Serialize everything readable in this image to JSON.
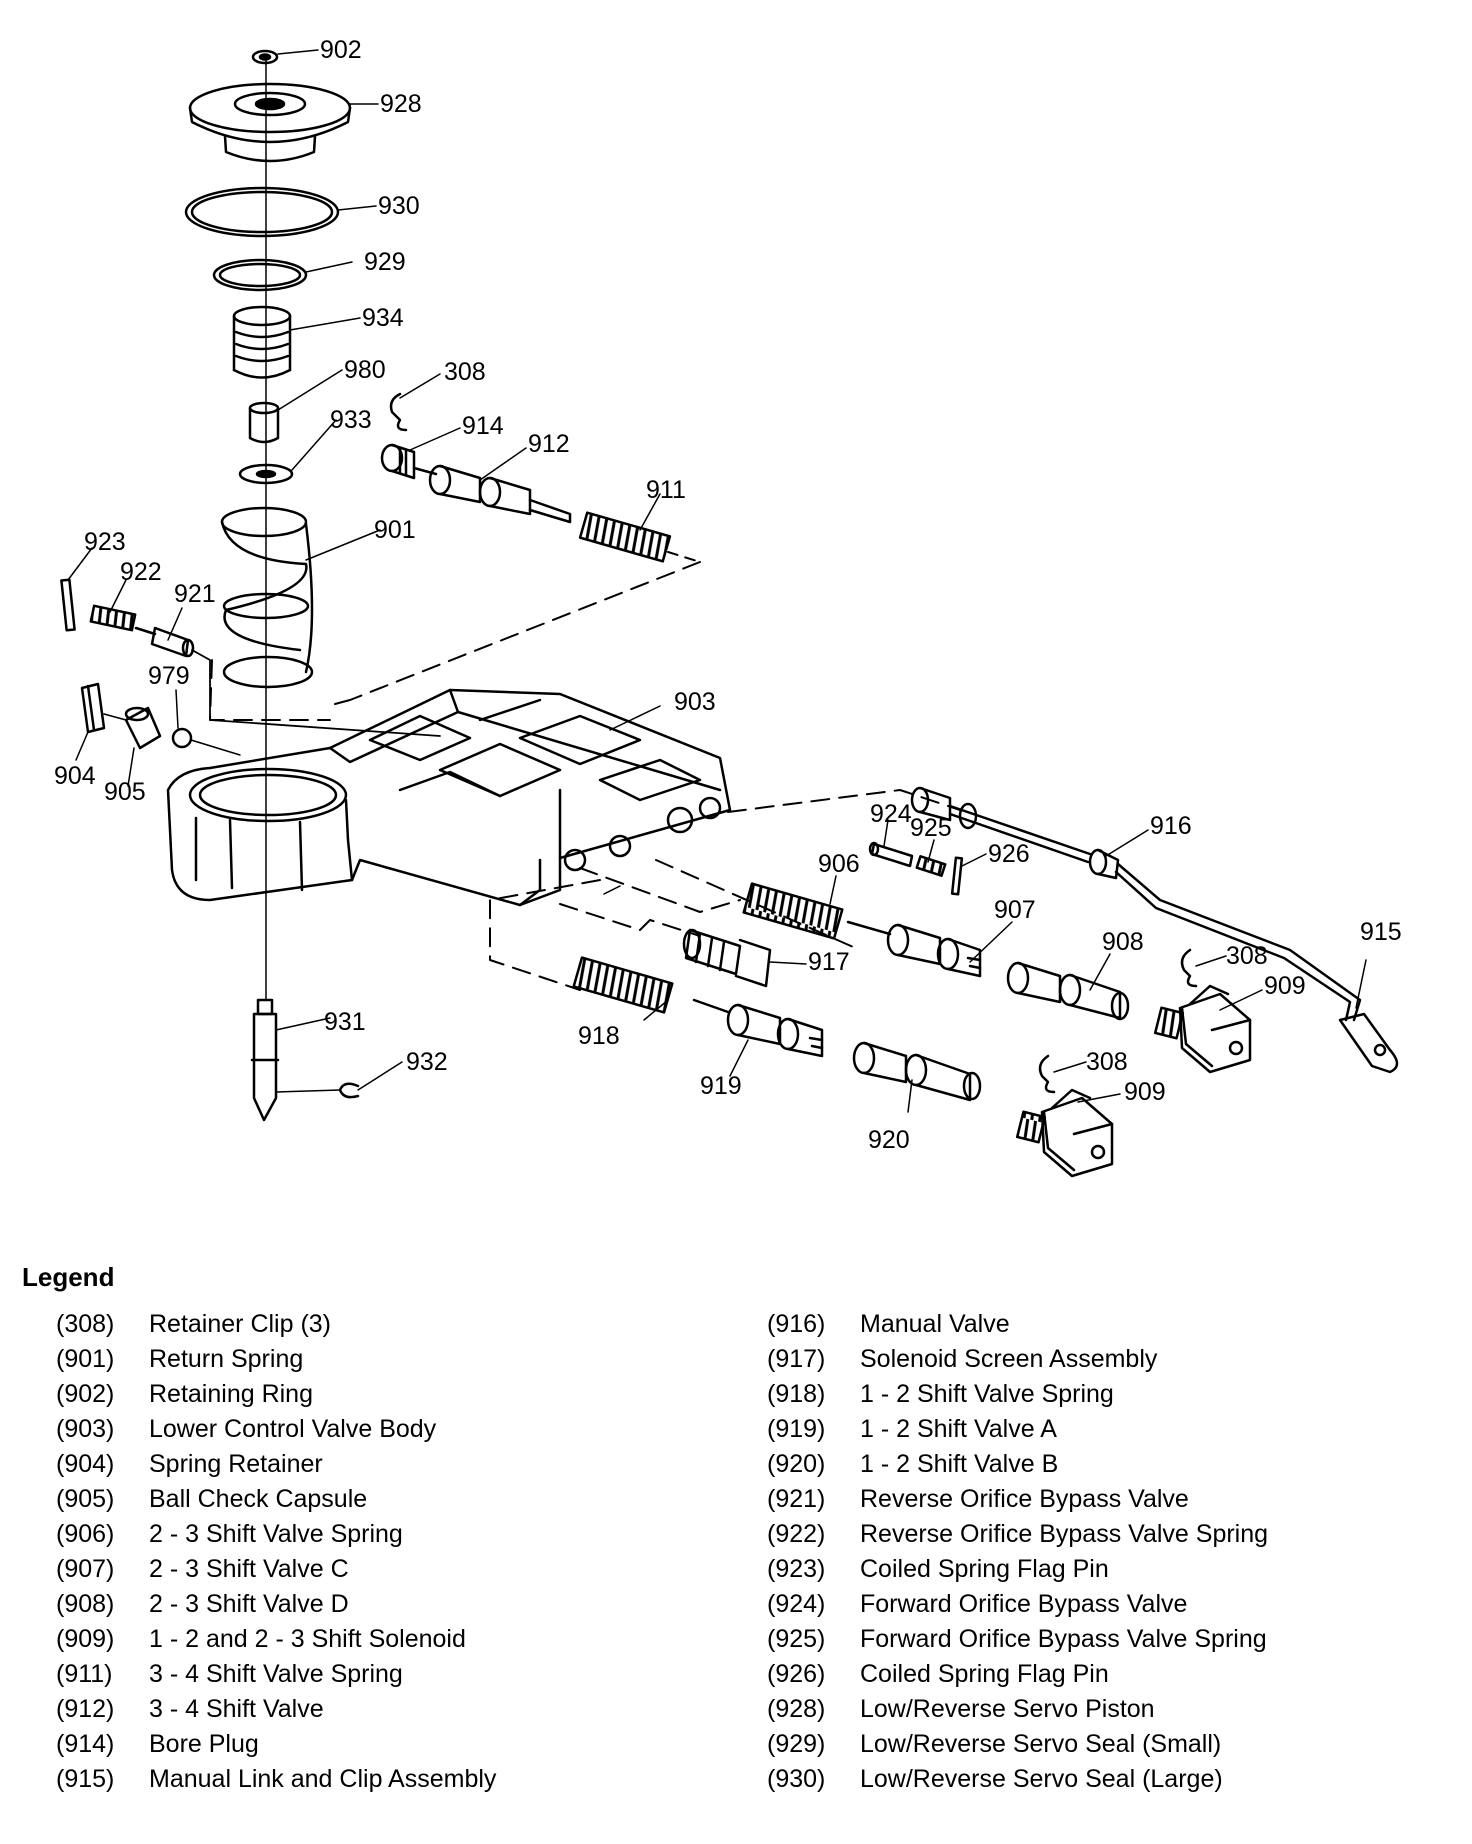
{
  "diagram": {
    "callouts": [
      "902",
      "928",
      "930",
      "929",
      "934",
      "980",
      "933",
      "901",
      "923",
      "922",
      "921",
      "979",
      "904",
      "905",
      "931",
      "932",
      "308",
      "914",
      "912",
      "911",
      "903",
      "924",
      "925",
      "926",
      "906",
      "916",
      "907",
      "917",
      "908",
      "918",
      "919",
      "920",
      "909",
      "915"
    ]
  },
  "legend": {
    "title": "Legend",
    "left": [
      {
        "num": "(308)",
        "desc": "Retainer Clip (3)"
      },
      {
        "num": "(901)",
        "desc": "Return Spring"
      },
      {
        "num": "(902)",
        "desc": "Retaining Ring"
      },
      {
        "num": "(903)",
        "desc": "Lower Control Valve Body"
      },
      {
        "num": "(904)",
        "desc": "Spring Retainer"
      },
      {
        "num": "(905)",
        "desc": "Ball Check Capsule"
      },
      {
        "num": "(906)",
        "desc": "2 - 3 Shift Valve Spring"
      },
      {
        "num": "(907)",
        "desc": "2 - 3 Shift Valve C"
      },
      {
        "num": "(908)",
        "desc": "2 - 3 Shift Valve D"
      },
      {
        "num": "(909)",
        "desc": "1 - 2 and 2 - 3 Shift Solenoid"
      },
      {
        "num": "(911)",
        "desc": "3 - 4 Shift Valve Spring"
      },
      {
        "num": "(912)",
        "desc": "3 - 4 Shift Valve"
      },
      {
        "num": "(914)",
        "desc": "Bore Plug"
      },
      {
        "num": "(915)",
        "desc": "Manual Link and Clip Assembly"
      }
    ],
    "right": [
      {
        "num": "(916)",
        "desc": "Manual Valve"
      },
      {
        "num": "(917)",
        "desc": "Solenoid Screen Assembly"
      },
      {
        "num": "(918)",
        "desc": "1 - 2 Shift Valve Spring"
      },
      {
        "num": "(919)",
        "desc": "1 - 2 Shift Valve A"
      },
      {
        "num": "(920)",
        "desc": "1 - 2 Shift Valve B"
      },
      {
        "num": "(921)",
        "desc": "Reverse Orifice Bypass Valve"
      },
      {
        "num": "(922)",
        "desc": "Reverse Orifice Bypass Valve Spring"
      },
      {
        "num": "(923)",
        "desc": "Coiled Spring Flag Pin"
      },
      {
        "num": "(924)",
        "desc": "Forward Orifice Bypass Valve"
      },
      {
        "num": "(925)",
        "desc": "Forward Orifice Bypass Valve Spring"
      },
      {
        "num": "(926)",
        "desc": "Coiled Spring Flag Pin"
      },
      {
        "num": "(928)",
        "desc": "Low/Reverse Servo Piston"
      },
      {
        "num": "(929)",
        "desc": "Low/Reverse Servo Seal (Small)"
      },
      {
        "num": "(930)",
        "desc": "Low/Reverse Servo Seal (Large)"
      }
    ]
  }
}
